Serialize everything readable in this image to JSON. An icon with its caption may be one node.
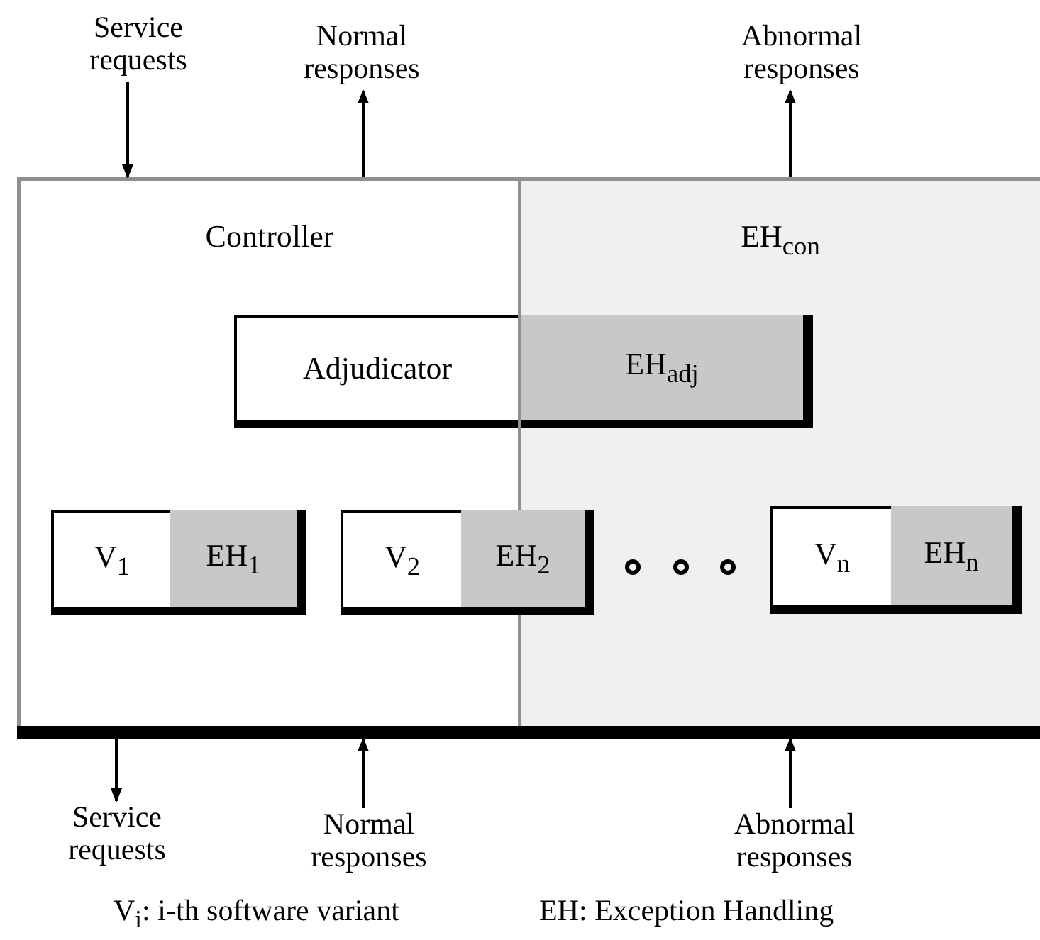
{
  "diagram": {
    "nodes": [
      {
        "text": [
          "Service requests"
        ]
      },
      {
        "text": [
          "Normal responses"
        ]
      },
      {
        "text": [
          "Abnormal responses"
        ]
      },
      {
        "text": [
          "Controller"
        ]
      },
      {
        "text": [
          "EH$_{con}$"
        ]
      },
      {
        "text": [
          "Adjudicator"
        ],
        "in": 3
      },
      {
        "text": [
          "EH$_{adj}$"
        ],
        "in": 4
      },
      {
        "text": [
          "V$_{1}$"
        ],
        "in": 3
      },
      {
        "text": [
          "EH$_{1}$"
        ],
        "in": 3
      },
      {
        "text": [
          "V$_{2}$"
        ],
        "in": 3
      },
      {
        "text": [
          "EH$_{2}$"
        ]
      },
      {
        "text": [
          "V$_{n}$"
        ],
        "in": 4
      },
      {
        "text": [
          "EH$_{n}$"
        ],
        "in": 4
      },
      {
        "text": [],
        "shape": "bar"
      },
      {
        "text": [
          "Service requests"
        ]
      },
      {
        "text": [
          "Normal responses"
        ]
      },
      {
        "text": [
          "Abnormal responses"
        ]
      }
    ],
    "edges": [
      {
        "from": 0,
        "to": 3,
        "arrow": "to"
      },
      {
        "from": 3,
        "to": 1,
        "arrow": "to"
      },
      {
        "from": 4,
        "to": 2,
        "arrow": "to"
      },
      {
        "from": 13,
        "to": 14,
        "arrow": "to"
      },
      {
        "from": 15,
        "to": 13,
        "arrow": "to"
      },
      {
        "from": 16,
        "to": 13,
        "arrow": "to"
      }
    ],
    "labels": [
      "V$_{i}$: i-th software variant",
      "EH: Exception Handling"
    ]
  }
}
